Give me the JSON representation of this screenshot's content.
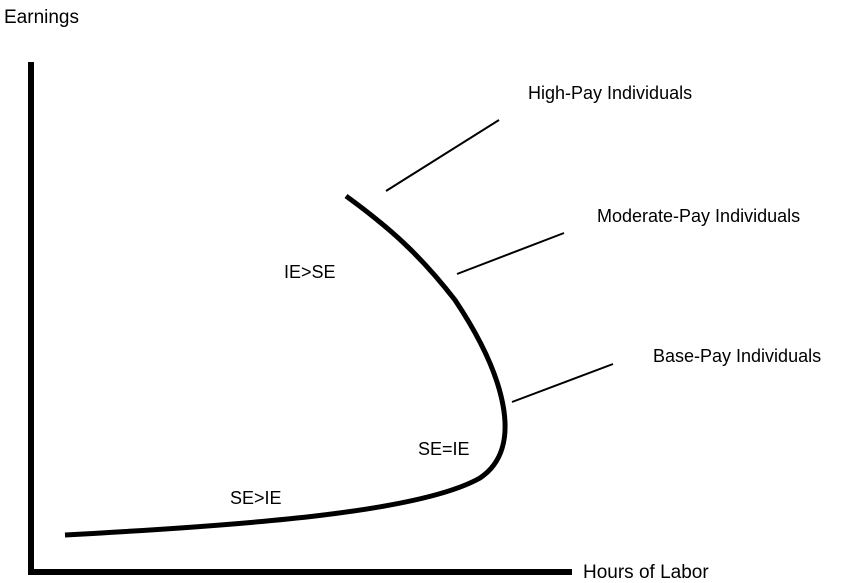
{
  "axes": {
    "y_label": "Earnings",
    "x_label": "Hours of Labor"
  },
  "callouts": [
    {
      "label": "High-Pay Individuals"
    },
    {
      "label": "Moderate-Pay Individuals"
    },
    {
      "label": "Base-Pay Individuals"
    }
  ],
  "regions": [
    {
      "label": "IE>SE"
    },
    {
      "label": "SE=IE"
    },
    {
      "label": "SE>IE"
    }
  ],
  "colors": {
    "ink": "#000000",
    "background": "#ffffff"
  }
}
